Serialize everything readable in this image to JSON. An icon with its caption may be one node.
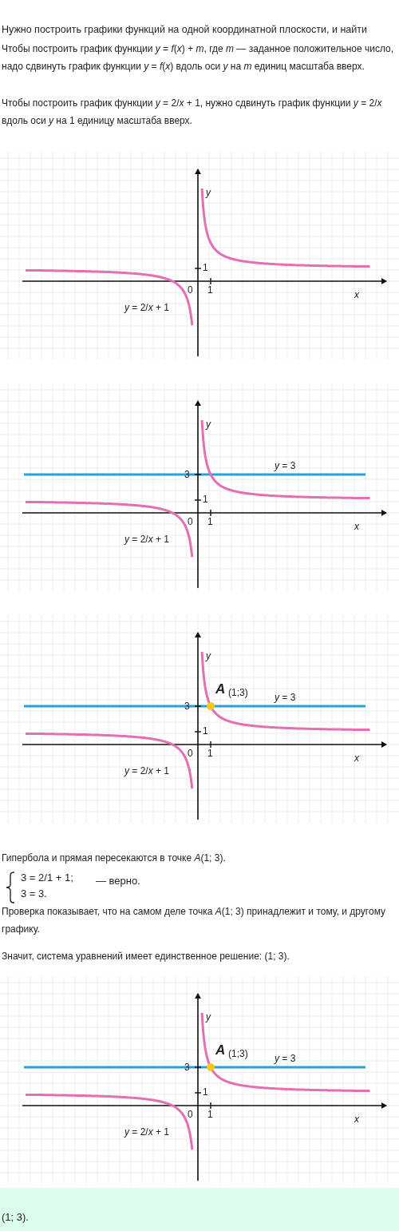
{
  "diagram": {
    "labels": [
      "Нужно построить графики функций на одной координатной плоскости, и найти",
      "Чтобы построить график функции *y* = *f*(*x*) + *m*, где *m* — заданное положительное число, надо сдвинуть график функции *y* = *f*(*x*) вдоль оси *y* на *m* единиц масштаба вверх.",
      "Чтобы построить график функции *y* = 2/*x* + 1, нужно сдвинуть график функции *y* = 2/*x* вдоль оси *y* на 1 единицу масштаба вверх.",
      "y",
      "1",
      "0",
      "1",
      "x",
      "*y* = 2/*x* + 1",
      "y",
      "3",
      "*y* = 3",
      "1",
      "0",
      "1",
      "x",
      "*y* = 2/*x* + 1",
      "y",
      "A",
      "(1;3)",
      "*y* = 3",
      "3",
      "1",
      "0",
      "1",
      "x",
      "*y* = 2/*x* + 1",
      "Гипербола и прямая пересекаются в точке *A*(1; 3).",
      "3 = 2/1 + 1;",
      "3 = 3.",
      "— верно.",
      "Проверка показывает, что на самом деле точка *A*(1; 3) принадлежит и тому, и другому графику.",
      "Значит, система уравнений имеет единственное решение: (1; 3).",
      "y",
      "A",
      "(1;3)",
      "*y* = 3",
      "3",
      "1",
      "0",
      "1",
      "x",
      "*y* = 2/*x* + 1",
      "(1; 3)."
    ]
  }
}
